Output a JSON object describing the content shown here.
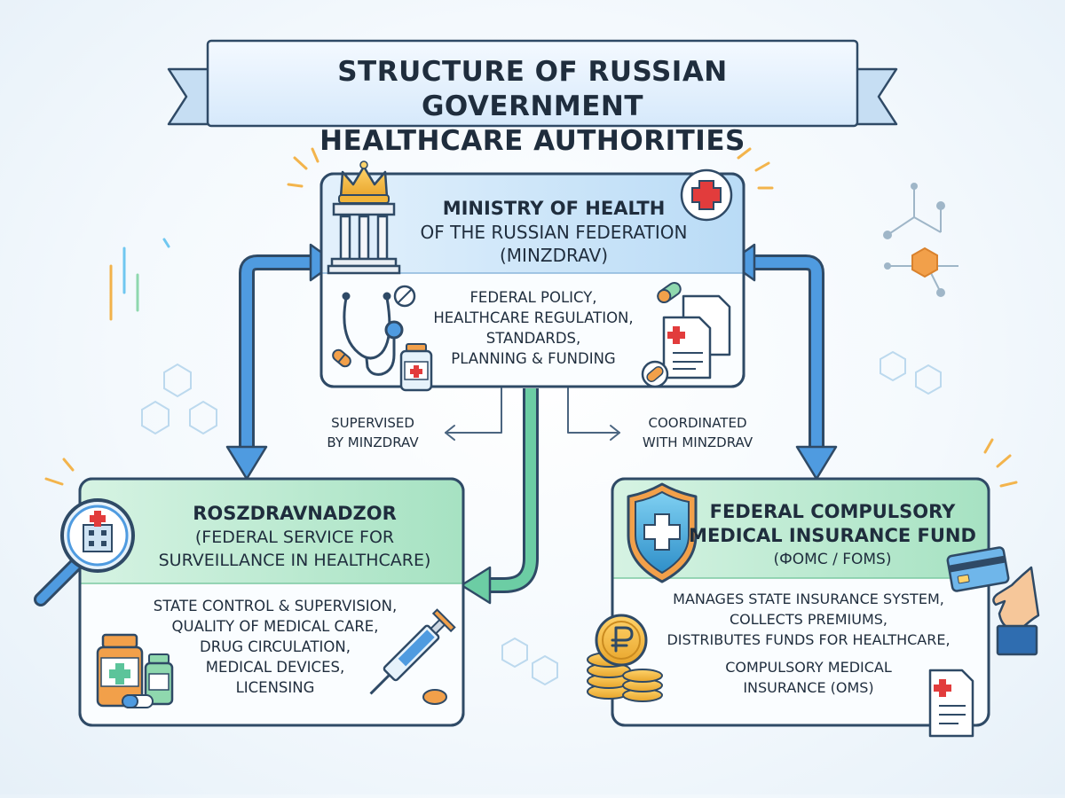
{
  "banner": {
    "line1": "STRUCTURE OF RUSSIAN GOVERNMENT",
    "line2": "HEALTHCARE AUTHORITIES"
  },
  "ministry": {
    "title": "MINISTRY OF HEALTH",
    "subtitle1": "OF THE RUSSIAN FEDERATION",
    "subtitle2": "(MINZDRAV)",
    "functions": [
      "FEDERAL POLICY,",
      "HEALTHCARE REGULATION,",
      "STANDARDS,",
      "PLANNING & FUNDING"
    ]
  },
  "roszdravnadzor": {
    "title": "ROSZDRAVNADZOR",
    "subtitle1": "(FEDERAL SERVICE FOR",
    "subtitle2": "SURVEILLANCE IN HEALTHCARE)",
    "functions": [
      "STATE CONTROL & SUPERVISION,",
      "QUALITY OF MEDICAL CARE,",
      "DRUG CIRCULATION,",
      "MEDICAL DEVICES,",
      "LICENSING"
    ]
  },
  "foms": {
    "title1": "FEDERAL COMPULSORY",
    "title2": "MEDICAL INSURANCE FUND",
    "subtitle": "(ФОМС / FOMS)",
    "functions": [
      "MANAGES STATE INSURANCE SYSTEM,",
      "COLLECTS PREMIUMS,",
      "DISTRIBUTES FUNDS FOR HEALTHCARE,",
      "COMPULSORY MEDICAL",
      "INSURANCE (OMS)"
    ]
  },
  "relations": {
    "supervised": [
      "SUPERVISED",
      "BY MINZDRAV"
    ],
    "coordinated": [
      "COORDINATED",
      "WITH MINZDRAV"
    ]
  },
  "icons": {
    "ministry": [
      "crown-icon",
      "government-building-icon",
      "medical-cross-icon",
      "stethoscope-icon",
      "pill-icon",
      "medicine-bottle-icon",
      "medical-document-icon"
    ],
    "roszdravnadzor": [
      "magnifier-hospital-icon",
      "medicine-bottle-icon",
      "syringe-icon",
      "pill-icon"
    ],
    "foms": [
      "shield-cross-icon",
      "credit-card-hand-icon",
      "ruble-coins-icon",
      "medical-document-icon"
    ]
  },
  "colors": {
    "ministry_header": "#cfe6fa",
    "agency_header": "#bfe9d3",
    "border": "#2f4a66",
    "arrow_blue": "#3f8fd6",
    "arrow_green": "#5cc49a",
    "cross_red": "#e23c3c"
  }
}
